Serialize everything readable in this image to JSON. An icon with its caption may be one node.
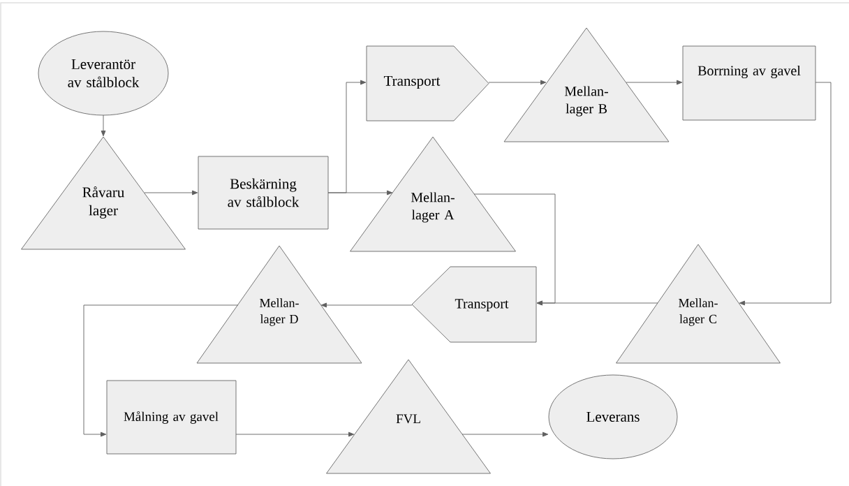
{
  "diagram": {
    "nodes": [
      {
        "text": [
          "Leverantör av stålblock"
        ]
      },
      {
        "text": [
          "Råvaru lager"
        ]
      },
      {
        "text": [
          "Beskärning av stålblock"
        ]
      },
      {
        "text": [
          "Transport"
        ]
      },
      {
        "text": [
          "Mellan- lager B"
        ]
      },
      {
        "text": [
          "Borrning av gavel"
        ]
      },
      {
        "text": [
          "Mellan- lager A"
        ]
      },
      {
        "text": [
          "Transport"
        ]
      },
      {
        "text": [
          "Mellan- lager D"
        ]
      },
      {
        "text": [
          "Mellan- lager C"
        ]
      },
      {
        "text": [
          "Målning av gavel"
        ]
      },
      {
        "text": [
          "FVL"
        ]
      },
      {
        "text": [
          "Leverans"
        ]
      }
    ],
    "edges": [
      {
        "from": 0,
        "to": 1,
        "arrow": "to"
      },
      {
        "from": 1,
        "to": 2,
        "arrow": "to"
      },
      {
        "from": 2,
        "to": 3,
        "arrow": "to"
      },
      {
        "from": 2,
        "to": 6,
        "arrow": "to"
      },
      {
        "from": 3,
        "to": 4,
        "arrow": "to"
      },
      {
        "from": 4,
        "to": 5,
        "arrow": "to"
      },
      {
        "from": 5,
        "to": 9,
        "arrow": "to"
      },
      {
        "from": 6,
        "to": 7,
        "arrow": "to"
      },
      {
        "from": 9,
        "to": 7,
        "arrow": "to"
      },
      {
        "from": 7,
        "to": 8,
        "arrow": "to"
      },
      {
        "from": 8,
        "to": 10,
        "arrow": "to"
      },
      {
        "from": 10,
        "to": 11,
        "arrow": "to"
      },
      {
        "from": 11,
        "to": 12,
        "arrow": "to"
      }
    ]
  }
}
